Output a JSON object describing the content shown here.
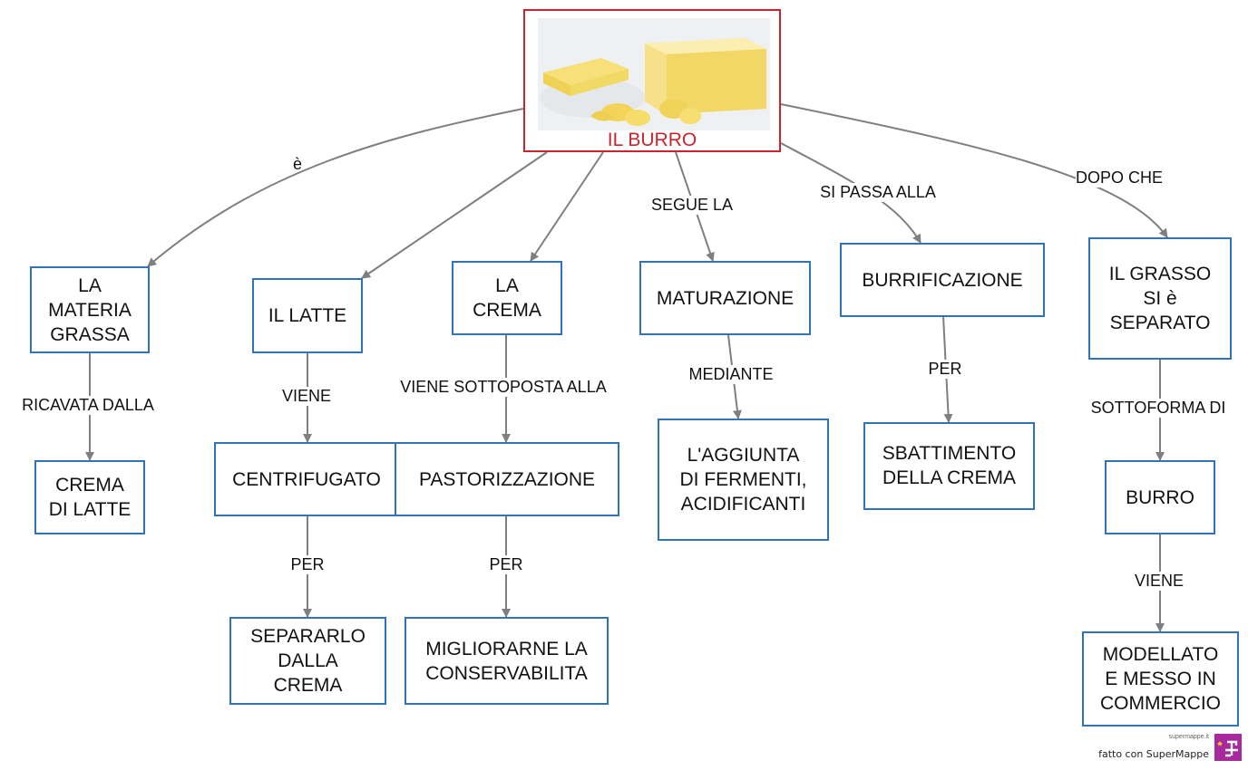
{
  "root": {
    "title": "IL BURRO",
    "image": "butter-photo"
  },
  "nodes": {
    "materia": "LA\nMATERIA\nGRASSA",
    "crema_latte": "CREMA\nDI LATTE",
    "latte": "IL LATTE",
    "centrifugato": "CENTRIFUGATO",
    "separarlo": "SEPARARLO\nDALLA\nCREMA",
    "crema": "LA\nCREMA",
    "pastorizzazione": "PASTORIZZAZIONE",
    "migliorarne": "MIGLIORARNE LA\nCONSERVABILITA",
    "maturazione": "MATURAZIONE",
    "aggiunta": "L'AGGIUNTA\nDI FERMENTI,\nACIDIFICANTI",
    "burrificazione": "BURRIFICAZIONE",
    "sbattimento": "SBATTIMENTO\nDELLA CREMA",
    "grasso": "IL GRASSO\nSI è\nSEPARATO",
    "burro": "BURRO",
    "modellato": "MODELLATO\nE MESSO IN\nCOMMERCIO"
  },
  "labels": {
    "e": "è",
    "ricavata": "RICAVATA DALLA",
    "viene1": "VIENE",
    "per1": "PER",
    "sottoposta": "VIENE SOTTOPOSTA ALLA",
    "per2": "PER",
    "segue": "SEGUE LA",
    "mediante": "MEDIANTE",
    "passa": "SI PASSA ALLA",
    "per3": "PER",
    "dopo": "DOPO CHE",
    "sottoforma": "SOTTOFORMA DI",
    "viene2": "VIENE"
  },
  "brand": {
    "site": "supermappe.it",
    "made": "fatto con SuperMappe"
  },
  "colors": {
    "node_border": "#2f73b9",
    "root_border": "#c8262c",
    "arrow": "#7f7f7f",
    "logo": "#a8299e"
  }
}
